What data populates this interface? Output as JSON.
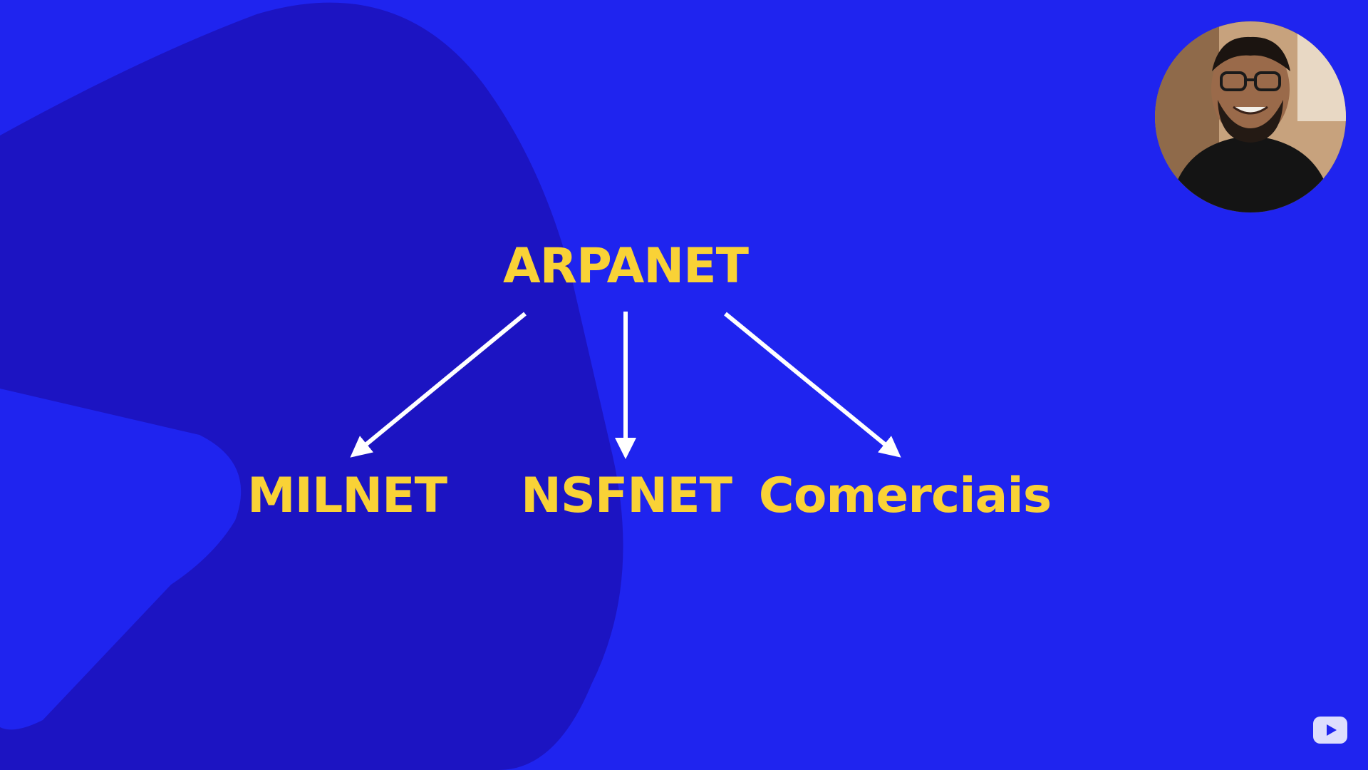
{
  "diagram": {
    "root": {
      "label": "ARPANET"
    },
    "children": [
      {
        "label": "MILNET"
      },
      {
        "label": "NSFNET"
      },
      {
        "label": "Comerciais"
      }
    ]
  },
  "colors": {
    "background": "#1f24ef",
    "background_shape": "#1c14c2",
    "label": "#f9d236",
    "arrow": "#ffffff"
  },
  "overlay": {
    "presenter_cam": "presenter-webcam",
    "logo_icon": "play-logo-icon"
  }
}
